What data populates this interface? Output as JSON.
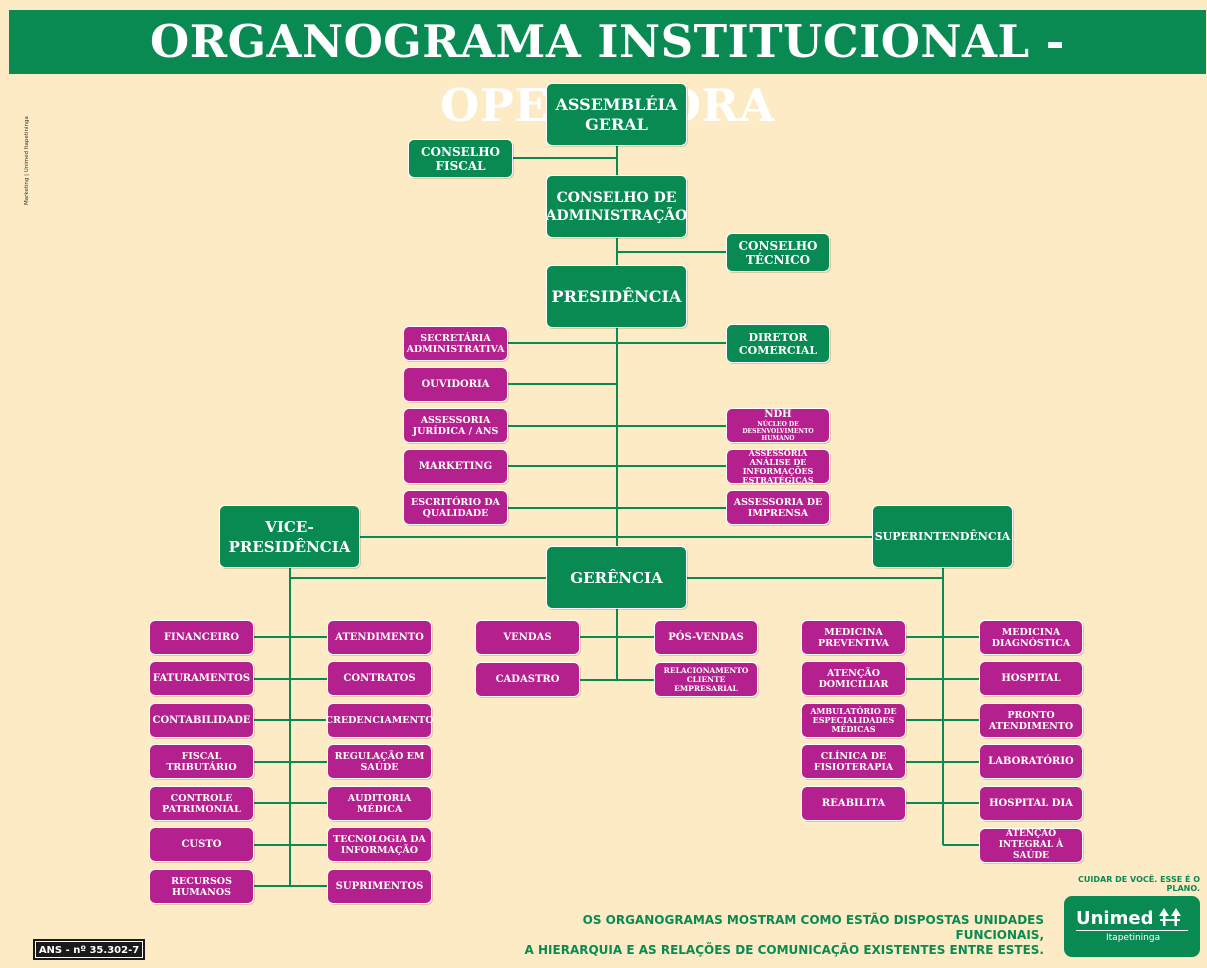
{
  "header": {
    "title": "ORGANOGRAMA INSTITUCIONAL - OPERADORA"
  },
  "side_credit": "Marketing | Unimed Itapetininga",
  "colors": {
    "green": "#0a8a53",
    "magenta": "#b4218e",
    "background": "#fdebc6"
  },
  "nodes": {
    "assembleia_geral": "ASSEMBLÉIA GERAL",
    "conselho_fiscal": "CONSELHO FISCAL",
    "conselho_administracao": "CONSELHO DE ADMINISTRAÇÃO",
    "conselho_tecnico": "CONSELHO TÉCNICO",
    "presidencia": "PRESIDÊNCIA",
    "secretaria_administrativa": "SECRETÁRIA ADMINISTRATIVA",
    "diretor_comercial": "DIRETOR COMERCIAL",
    "ouvidoria": "OUVIDORIA",
    "assessoria_juridica": "ASSESSORIA JURÍDICA / ANS",
    "ndh": "NDH",
    "ndh_sub": "NÚCLEO DE DESENVOLVIMENTO HUMANO",
    "marketing": "MARKETING",
    "assessoria_analise": "ASSESSORIA ANÁLISE DE INFORMAÇÕES ESTRATÉGICAS",
    "escritorio_qualidade": "ESCRITÓRIO DA QUALIDADE",
    "assessoria_imprensa": "ASSESSORIA DE IMPRENSA",
    "vice_presidencia": "VICE-PRESIDÊNCIA",
    "superintendencia": "SUPERINTENDÊNCIA",
    "gerencia": "GERÊNCIA",
    "financeiro": "FINANCEIRO",
    "faturamentos": "FATURAMENTOS",
    "contabilidade": "CONTABILIDADE",
    "fiscal_tributario": "FISCAL TRIBUTÁRIO",
    "controle_patrimonial": "CONTROLE PATRIMONIAL",
    "custo": "CUSTO",
    "recursos_humanos": "RECURSOS HUMANOS",
    "atendimento": "ATENDIMENTO",
    "contratos": "CONTRATOS",
    "credenciamento": "CREDENCIAMENTO",
    "regulacao_saude": "REGULAÇÃO EM SAÚDE",
    "auditoria_medica": "AUDITORIA MÉDICA",
    "tecnologia_informacao": "TECNOLOGIA DA INFORMAÇÃO",
    "suprimentos": "SUPRIMENTOS",
    "vendas": "VENDAS",
    "cadastro": "CADASTRO",
    "pos_vendas": "PÓS-VENDAS",
    "relacionamento": "RELACIONAMENTO CLIENTE EMPRESARIAL",
    "medicina_preventiva": "MEDICINA PREVENTIVA",
    "atencao_domiciliar": "ATENÇÃO DOMICILIAR",
    "ambulatorio": "AMBULATÓRIO DE ESPECIALIDADES MÉDICAS",
    "clinica_fisioterapia": "CLÍNICA DE FISIOTERAPIA",
    "reabilita": "REABILITA",
    "medicina_diagnostica": "MEDICINA DIAGNÓSTICA",
    "hospital": "HOSPITAL",
    "pronto_atendimento": "PRONTO ATENDIMENTO",
    "laboratorio": "LABORATÓRIO",
    "hospital_dia": "HOSPITAL DIA",
    "atencao_integral": "ATENÇÃO INTEGRAL À SAÚDE"
  },
  "footer": {
    "ans": "ANS - nº 35.302-7",
    "slogan": "CUIDAR DE VOCÊ. ESSE É O PLANO.",
    "note_line1": "OS ORGANOGRAMAS MOSTRAM COMO ESTÃO DISPOSTAS UNIDADES FUNCIONAIS,",
    "note_line2": "A HIERARQUIA E AS RELAÇÕES DE COMUNICAÇÃO EXISTENTES ENTRE ESTES.",
    "logo_word": "Unimed",
    "logo_city": "Itapetininga"
  }
}
